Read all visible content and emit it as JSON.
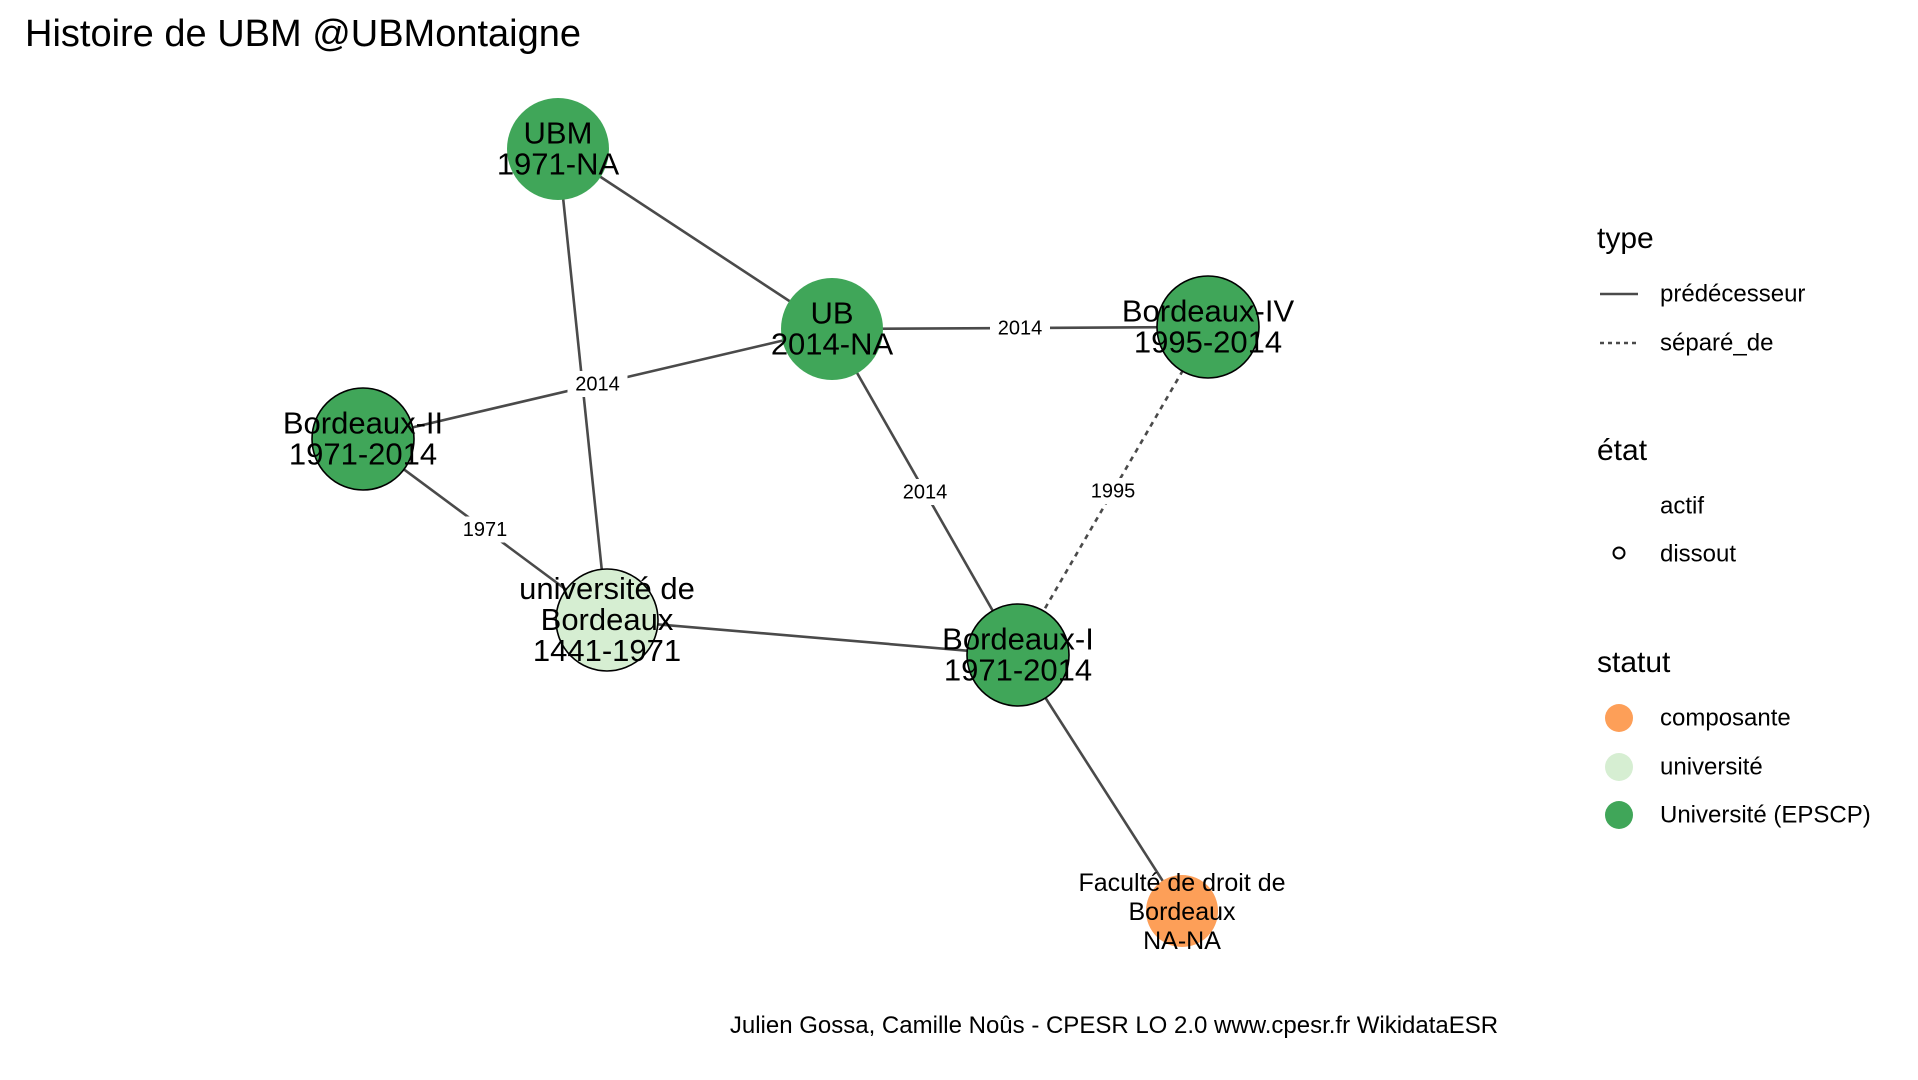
{
  "title": "Histoire de UBM @UBMontaigne",
  "caption": "Julien Gossa, Camille Noûs - CPESR LO 2.0 www.cpesr.fr WikidataESR",
  "colors": {
    "composante": "#fd9f58",
    "universite": "#d6eed2",
    "epscp": "#40a659",
    "edge": "#4a4a4a"
  },
  "nodes": [
    {
      "id": "ubm",
      "lines": [
        "UBM",
        "1971-NA"
      ],
      "statut": "epscp",
      "etat": "actif"
    },
    {
      "id": "ub",
      "lines": [
        "UB",
        "2014-NA"
      ],
      "statut": "epscp",
      "etat": "actif"
    },
    {
      "id": "b4",
      "lines": [
        "Bordeaux-IV",
        "1995-2014"
      ],
      "statut": "epscp",
      "etat": "dissout"
    },
    {
      "id": "b2",
      "lines": [
        "Bordeaux-II",
        "1971-2014"
      ],
      "statut": "epscp",
      "etat": "dissout"
    },
    {
      "id": "udb",
      "lines": [
        "université de",
        "Bordeaux",
        "1441-1971"
      ],
      "statut": "universite",
      "etat": "dissout"
    },
    {
      "id": "b1",
      "lines": [
        "Bordeaux-I",
        "1971-2014"
      ],
      "statut": "epscp",
      "etat": "dissout"
    },
    {
      "id": "fdb",
      "lines": [
        "Faculté de droit de",
        "Bordeaux",
        "NA-NA"
      ],
      "statut": "composante",
      "etat": "actif"
    }
  ],
  "edges": [
    {
      "from": "ubm",
      "to": "ub",
      "type": "prédécesseur",
      "label": ""
    },
    {
      "from": "ubm",
      "to": "udb",
      "type": "prédécesseur",
      "label": ""
    },
    {
      "from": "ub",
      "to": "b4",
      "type": "prédécesseur",
      "label": "2014"
    },
    {
      "from": "ub",
      "to": "b2",
      "type": "prédécesseur",
      "label": "2014"
    },
    {
      "from": "ub",
      "to": "b1",
      "type": "prédécesseur",
      "label": "2014"
    },
    {
      "from": "b4",
      "to": "b1",
      "type": "séparé_de",
      "label": "1995"
    },
    {
      "from": "b2",
      "to": "udb",
      "type": "prédécesseur",
      "label": "1971"
    },
    {
      "from": "udb",
      "to": "b1",
      "type": "prédécesseur",
      "label": ""
    },
    {
      "from": "b1",
      "to": "fdb",
      "type": "prédécesseur",
      "label": ""
    }
  ],
  "legend": {
    "type": {
      "title": "type",
      "items": [
        {
          "label": "prédécesseur",
          "style": "solid"
        },
        {
          "label": "séparé_de",
          "style": "dashed"
        }
      ]
    },
    "etat": {
      "title": "état",
      "items": [
        {
          "label": "actif",
          "symbol": "none"
        },
        {
          "label": "dissout",
          "symbol": "circle"
        }
      ]
    },
    "statut": {
      "title": "statut",
      "items": [
        {
          "label": "composante",
          "color": "composante"
        },
        {
          "label": "université",
          "color": "universite"
        },
        {
          "label": "Université (EPSCP)",
          "color": "epscp"
        }
      ]
    }
  }
}
